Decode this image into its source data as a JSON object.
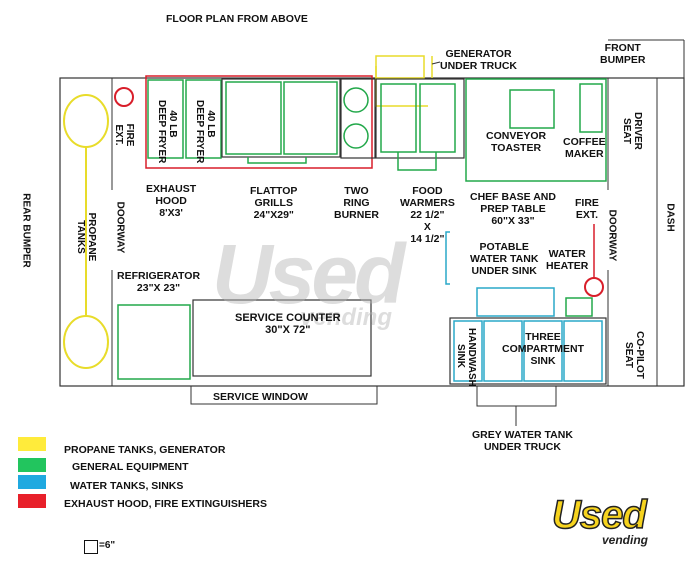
{
  "title": "FLOOR PLAN FROM ABOVE",
  "labels": {
    "generator": "GENERATOR\nUNDER TRUCK",
    "front_bumper": "FRONT\nBUMPER",
    "rear_bumper": "REAR BUMPER",
    "propane_tanks": "PROPANE\nTANKS",
    "fire_ext_rear": "FIRE\nEXT.",
    "doorway_rear": "DOORWAY",
    "fryer1": "40 LB\nDEEP FRYER",
    "fryer2": "40 LB\nDEEP FRYER",
    "exhaust_hood": "EXHAUST\nHOOD\n8'X3'",
    "flattop": "FLATTOP\nGRILLS\n24\"X29\"",
    "burner": "TWO\nRING\nBURNER",
    "food_warmers": "FOOD\nWARMERS\n22 1/2\"\nX\n14 1/2\"",
    "conveyor": "CONVEYOR\nTOASTER",
    "coffee": "COFFEE\nMAKER",
    "driver_seat": "DRIVER\nSEAT",
    "dash": "DASH",
    "chef_base": "CHEF BASE AND\nPREP TABLE\n60\"X 33\"",
    "fire_ext_front": "FIRE\nEXT.",
    "doorway_front": "DOORWAY",
    "potable": "POTABLE\nWATER TANK\nUNDER SINK",
    "water_heater": "WATER\nHEATER",
    "refrigerator": "REFRIGERATOR\n23\"X 23\"",
    "service_counter": "SERVICE COUNTER\n30\"X 72\"",
    "handwash": "HANDWASH\nSINK",
    "three_sink": "THREE\nCOMPARTMENT\nSINK",
    "copilot": "CO-PILOT\nSEAT",
    "service_window": "SERVICE WINDOW",
    "grey_water": "GREY WATER TANK\nUNDER TRUCK"
  },
  "legend": [
    {
      "color": "#ffeb3b",
      "label": "PROPANE TANKS, GENERATOR"
    },
    {
      "color": "#22c55e",
      "label": "GENERAL EQUIPMENT"
    },
    {
      "color": "#1fa9e0",
      "label": "WATER TANKS, SINKS"
    },
    {
      "color": "#e8202a",
      "label": "EXHAUST HOOD, FIRE EXTINGUISHERS"
    }
  ],
  "scale_note": "=6\"",
  "colors": {
    "yellow": "#e8dc2a",
    "green": "#22a84a",
    "blue": "#2aa9c9",
    "red": "#d81e2a",
    "outline": "#333333"
  },
  "watermark": {
    "brand": "Used",
    "sub": "vending"
  }
}
